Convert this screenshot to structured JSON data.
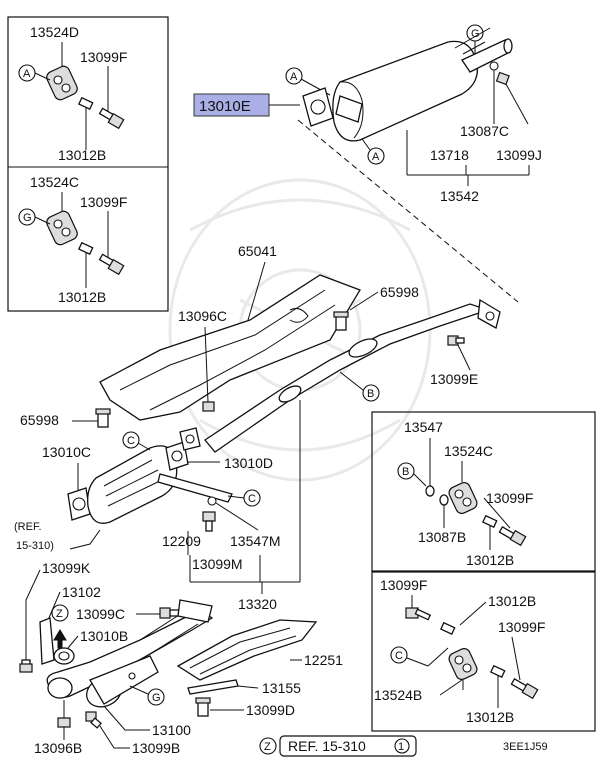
{
  "labels": {
    "p13524D": "13524D",
    "p13099F_1": "13099F",
    "p13012B_1": "13012B",
    "p13524C_1": "13524C",
    "p13099F_2": "13099F",
    "p13012B_2": "13012B",
    "p13010E": "13010E",
    "p13087C_1": "13087C",
    "p13718": "13718",
    "p13099J": "13099J",
    "p13542": "13542",
    "p65041": "65041",
    "p13096C": "13096C",
    "p65998_1": "65998",
    "p13099E": "13099E",
    "p65998_2": "65998",
    "p13010C": "13010C",
    "p13010D": "13010D",
    "ref1": "(REF.",
    "ref1b": "15-310)",
    "p12209": "12209",
    "p13547M": "13547M",
    "p13099M": "13099M",
    "p13320": "13320",
    "p13099K": "13099K",
    "p13102": "13102",
    "p13099C": "13099C",
    "p13010B": "13010B",
    "p12251": "12251",
    "p13155": "13155",
    "p13099D": "13099D",
    "p13100": "13100",
    "p13096B": "13096B",
    "p13099B": "13099B",
    "p13547": "13547",
    "p13524C_3": "13524C",
    "p13099F_3": "13099F",
    "p13087B": "13087B",
    "p13012B_3": "13012B",
    "p13099F_4": "13099F",
    "p13012B_4": "13012B",
    "p13099F_5": "13099F",
    "p13524B": "13524B",
    "p13012B_5": "13012B",
    "refBottom": "REF. 15-310",
    "refBottomNum": "1",
    "refBottomLetter": "Z",
    "diagramCode": "3EE1J59"
  },
  "callouts": {
    "A": "A",
    "G": "G",
    "B": "B",
    "C": "C",
    "Z": "Z"
  },
  "highlight_color": "#aab0e6"
}
